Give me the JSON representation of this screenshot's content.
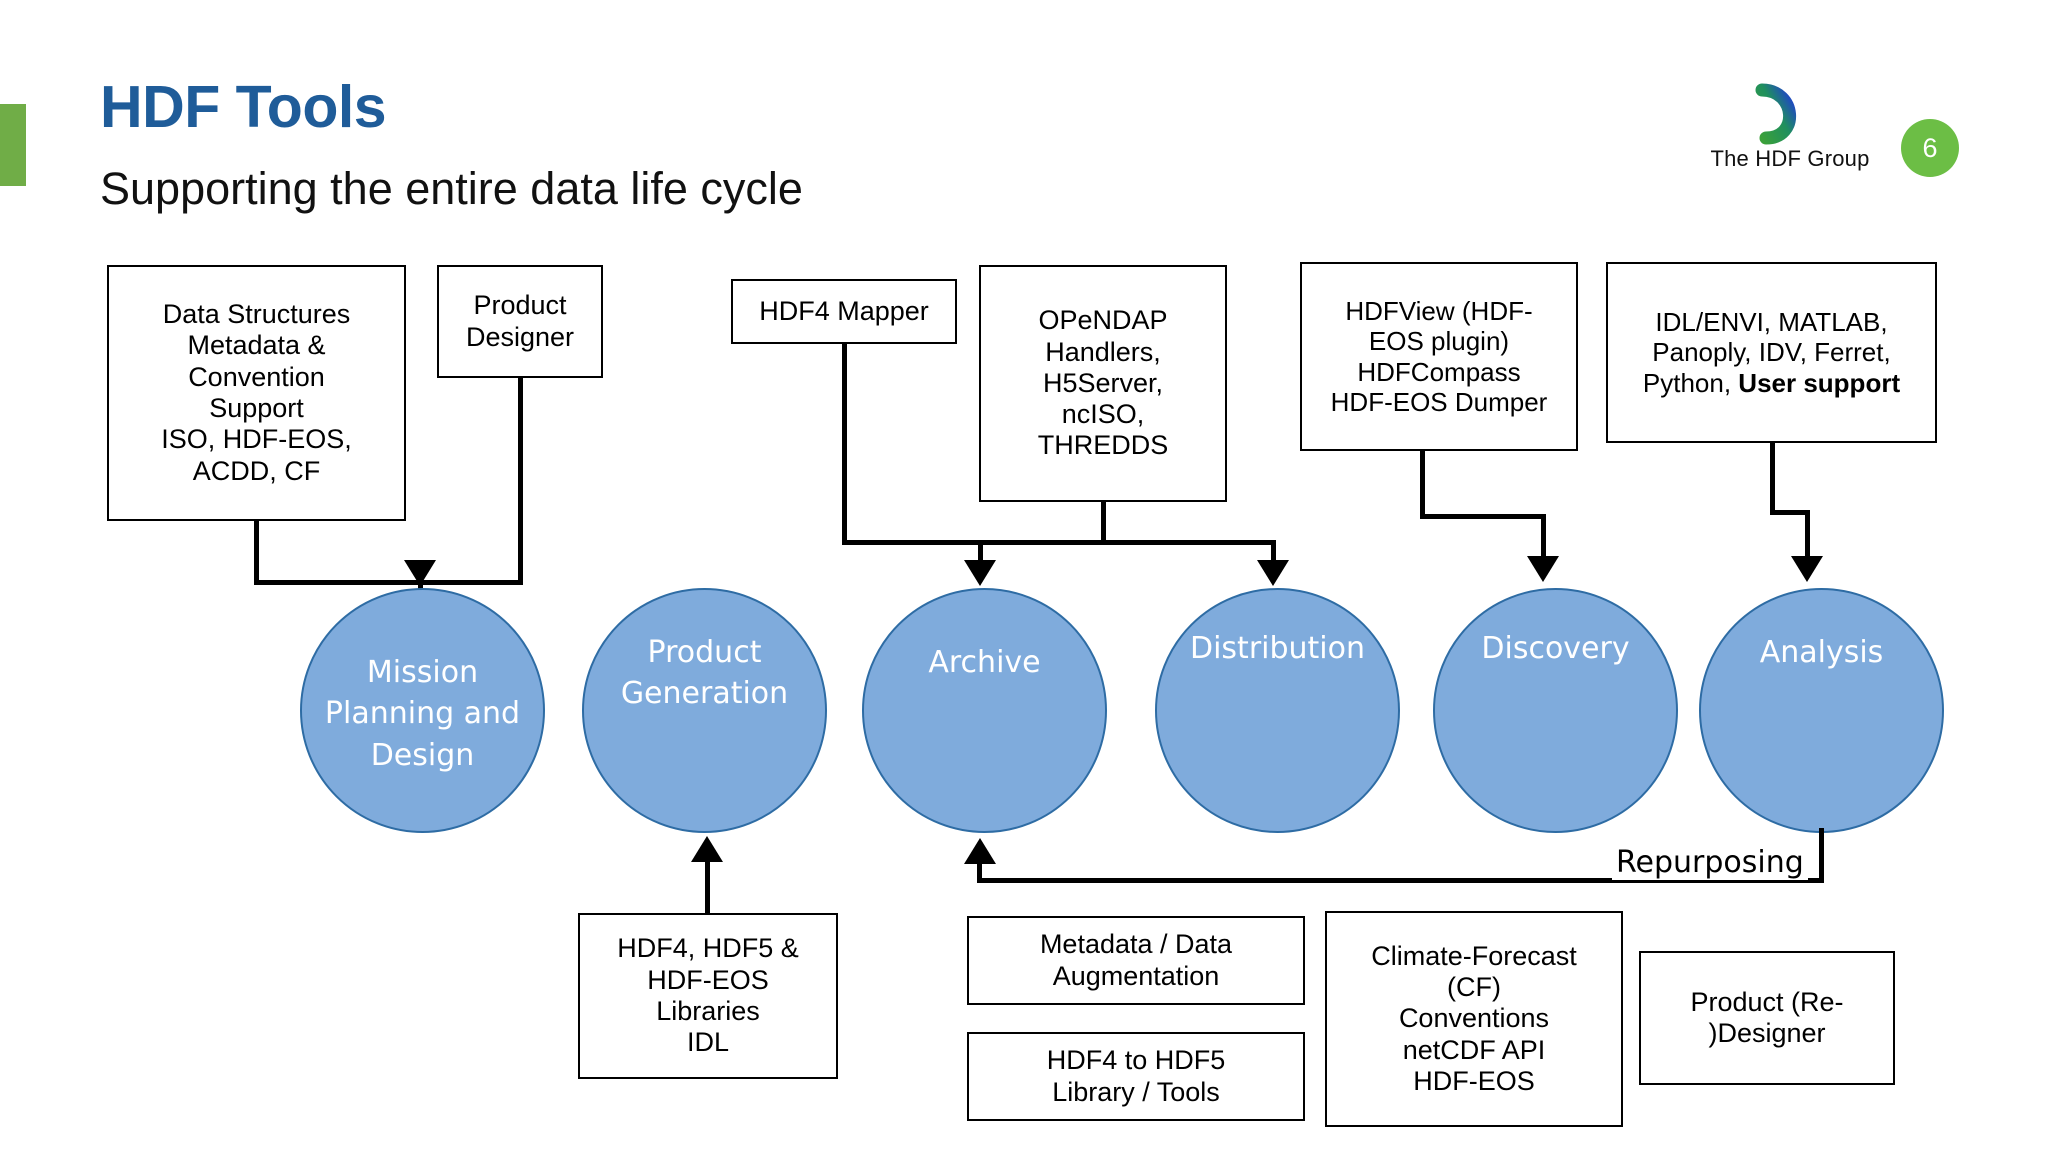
{
  "header": {
    "title": "HDF Tools",
    "subtitle": "Supporting the entire data life cycle",
    "accent_color": "#70ad47",
    "title_color": "#1f5c99"
  },
  "logo": {
    "name": "hdf-group-logo",
    "wordmark": "The HDF Group",
    "blue": "#1f3fd0",
    "green": "#3aa03a"
  },
  "page_badge": {
    "number": "6",
    "color": "#6cbe45"
  },
  "lifecycle": {
    "circle_fill": "#7FABDC",
    "circle_stroke": "#2E6CA4",
    "stages": [
      {
        "id": "mission-planning-and-design",
        "label": "Mission\nPlanning and\nDesign"
      },
      {
        "id": "product-generation",
        "label": "Product\nGeneration"
      },
      {
        "id": "archive",
        "label": "Archive"
      },
      {
        "id": "distribution",
        "label": "Distribution"
      },
      {
        "id": "discovery",
        "label": "Discovery"
      },
      {
        "id": "analysis",
        "label": "Analysis"
      }
    ]
  },
  "top_boxes": [
    {
      "id": "data-structures-metadata-convention-support",
      "text": "Data Structures\nMetadata &\nConvention\nSupport\nISO, HDF-EOS,\nACDD, CF"
    },
    {
      "id": "product-designer",
      "text": "Product\nDesigner"
    },
    {
      "id": "hdf4-mapper",
      "text": "HDF4 Mapper"
    },
    {
      "id": "opendap-handlers",
      "text": "OPeNDAP\nHandlers,\nH5Server,\nncISO,\nTHREDDS"
    },
    {
      "id": "hdfview-hdfcompass-dumper",
      "text": "HDFView (HDF-\nEOS plugin)\nHDFCompass\nHDF-EOS Dumper"
    },
    {
      "id": "analysis-tools",
      "text_parts": [
        "IDL/ENVI, MATLAB,\nPanoply, IDV, Ferret,\nPython, ",
        "User support"
      ]
    }
  ],
  "bottom_boxes": [
    {
      "id": "hdf-libraries",
      "text": "HDF4, HDF5 &\nHDF-EOS\nLibraries\nIDL"
    },
    {
      "id": "metadata-data-augmentation",
      "text": "Metadata / Data\nAugmentation"
    },
    {
      "id": "hdf4-to-hdf5-library-tools",
      "text": "HDF4 to HDF5\nLibrary / Tools"
    },
    {
      "id": "climate-forecast-conventions",
      "text": "Climate-Forecast\n(CF)\nConventions\nnetCDF API\nHDF-EOS"
    },
    {
      "id": "product-re-designer",
      "text": "Product (Re-\n)Designer"
    }
  ],
  "edge_labels": {
    "repurposing": "Repurposing"
  }
}
